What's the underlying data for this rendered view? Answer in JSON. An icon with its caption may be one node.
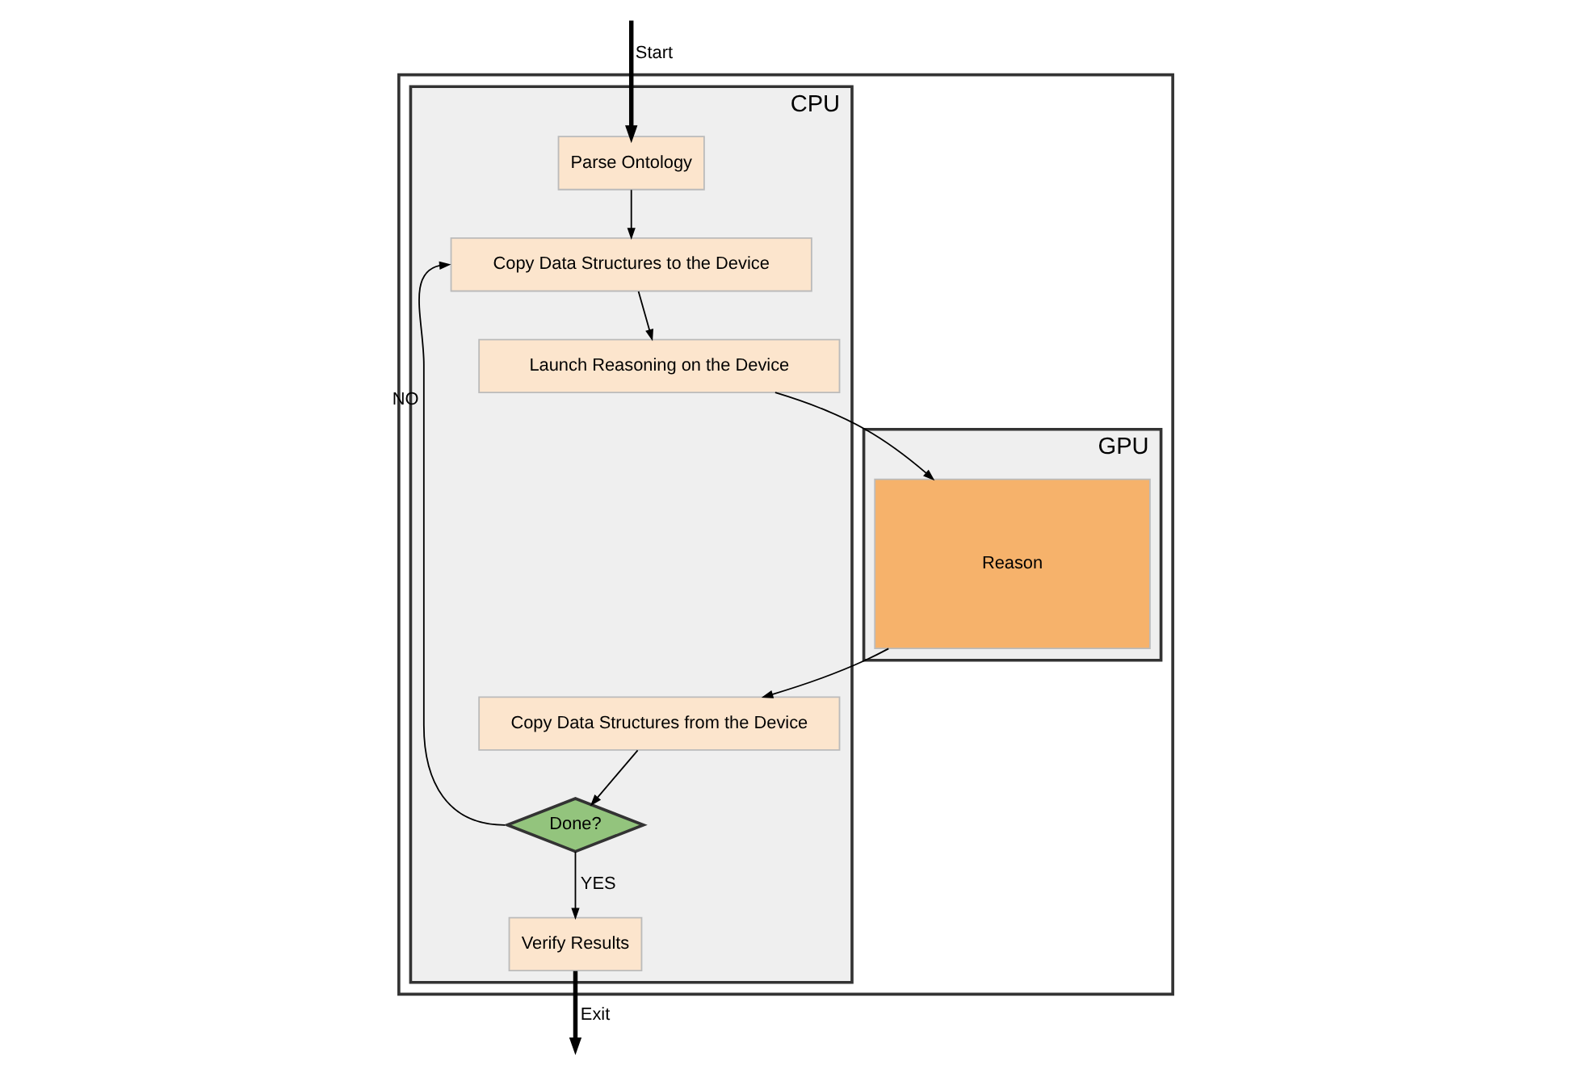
{
  "diagram": {
    "nodes": [
      {
        "text": [],
        "shape": "box"
      },
      {
        "text": [
          "CPU"
        ],
        "in": 0
      },
      {
        "text": [
          "Parse Ontology"
        ],
        "in": 1
      },
      {
        "text": [
          "Copy Data Structures to the Device"
        ],
        "in": 1
      },
      {
        "text": [
          "Launch Reasoning on the Device"
        ],
        "in": 1
      },
      {
        "text": [
          "Copy Data Structures from the Device"
        ],
        "in": 1
      },
      {
        "text": [
          "Done?"
        ],
        "in": 1
      },
      {
        "text": [
          "Verify Results"
        ],
        "in": 1
      },
      {
        "text": [
          "GPU"
        ],
        "in": 0
      },
      {
        "text": [
          "Reason"
        ],
        "in": 8
      }
    ],
    "edges": [
      {
        "from": null,
        "to": 2,
        "arrow": "to",
        "label": "Start",
        "style": "thick"
      },
      {
        "from": 2,
        "to": 3,
        "arrow": "to"
      },
      {
        "from": 3,
        "to": 4,
        "arrow": "to"
      },
      {
        "from": 4,
        "to": 9,
        "arrow": "to"
      },
      {
        "from": 9,
        "to": 5,
        "arrow": "to"
      },
      {
        "from": 5,
        "to": 6,
        "arrow": "to"
      },
      {
        "from": 6,
        "to": 3,
        "arrow": "to",
        "label": "NO"
      },
      {
        "from": 6,
        "to": 7,
        "arrow": "to",
        "label": "YES"
      },
      {
        "from": 7,
        "to": null,
        "arrow": "to",
        "label": "Exit",
        "style": "thick"
      }
    ]
  }
}
